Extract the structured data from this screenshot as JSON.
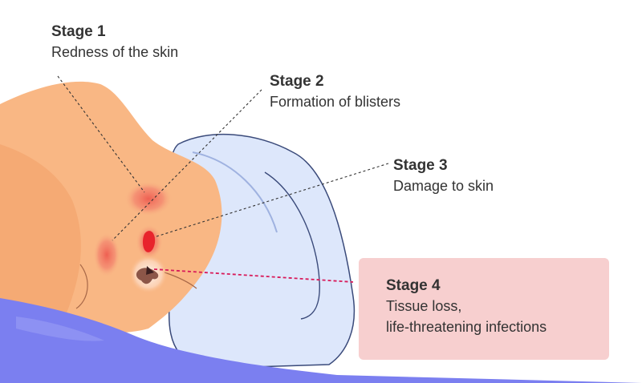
{
  "stages": [
    {
      "title": "Stage 1",
      "desc": "Redness of the skin"
    },
    {
      "title": "Stage 2",
      "desc": "Formation of blisters"
    },
    {
      "title": "Stage 3",
      "desc": "Damage to skin"
    },
    {
      "title": "Stage 4",
      "desc_lines": [
        "Tissue loss,",
        "life-threatening infections"
      ]
    }
  ],
  "colors": {
    "skin": "#f9b784",
    "skin_dark": "#f2a168",
    "pillow": "#dde7fb",
    "pillow_edge": "#3a4a7a",
    "blanket": "#7b7ff0",
    "redness": "#f08a7a",
    "wound": "#e8232c",
    "stage4_box": "#f7cfcf",
    "pointer_stage4": "#d81b5a"
  }
}
